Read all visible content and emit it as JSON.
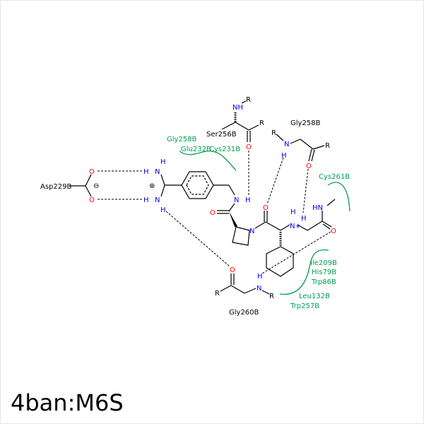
{
  "title": "4ban:M6S",
  "residues": {
    "asp229": "Asp229B",
    "ser256": "Ser256B",
    "gly258_top": "Gly258B",
    "gly260": "Gly260B"
  },
  "hydrophobic": {
    "gly258": "Gly258B",
    "glu232": "Glu232B",
    "cys231": "Cys231B",
    "cys261": "Cys261B",
    "ile209": "Ile209B",
    "his79": "His79B",
    "trp86": "Trp86B",
    "leu132": "Leu132B",
    "trp257": "Trp257B"
  },
  "atoms": {
    "O": "O",
    "N": "N",
    "H": "H",
    "R": "R",
    "NH": "NH",
    "HN": "HN",
    "Nplus": "N+",
    "minus": "⊖",
    "plus": "⊕"
  },
  "colors": {
    "hetero_N": "#0000ff",
    "hetero_O": "#ff0000",
    "hydrophobic": "#00a050"
  }
}
